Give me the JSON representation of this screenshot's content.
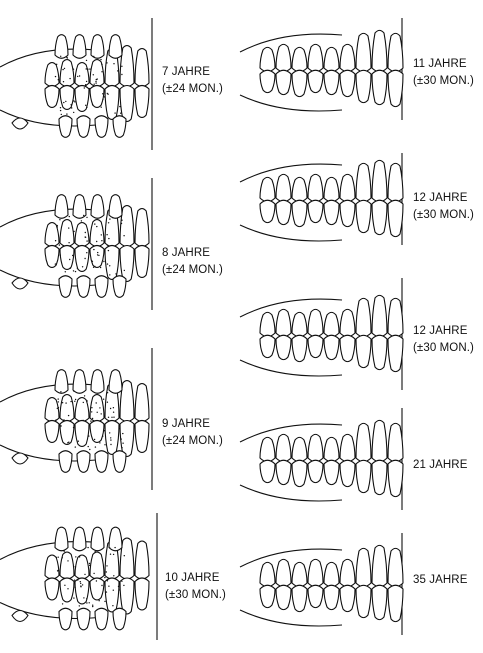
{
  "panels": [
    {
      "age": "7 JAHRE",
      "range": "(±24 MON.)",
      "stage": 0,
      "developing": true
    },
    {
      "age": "8 JAHRE",
      "range": "(±24 MON.)",
      "stage": 1,
      "developing": true
    },
    {
      "age": "9 JAHRE",
      "range": "(±24 MON.)",
      "stage": 2,
      "developing": true
    },
    {
      "age": "10 JAHRE",
      "range": "(±30 MON.)",
      "stage": 3,
      "developing": true
    },
    {
      "age": "11 JAHRE",
      "range": "(±30 MON.)",
      "stage": 4,
      "developing": false
    },
    {
      "age": "12 JAHRE",
      "range": "(±30 MON.)",
      "stage": 5,
      "developing": false
    },
    {
      "age": "12 JAHRE",
      "range": "(±30 MON.)",
      "stage": 6,
      "developing": false
    },
    {
      "age": "21 JAHRE",
      "range": "",
      "stage": 7,
      "developing": false
    },
    {
      "age": "35 JAHRE",
      "range": "",
      "stage": 8,
      "developing": false
    }
  ]
}
